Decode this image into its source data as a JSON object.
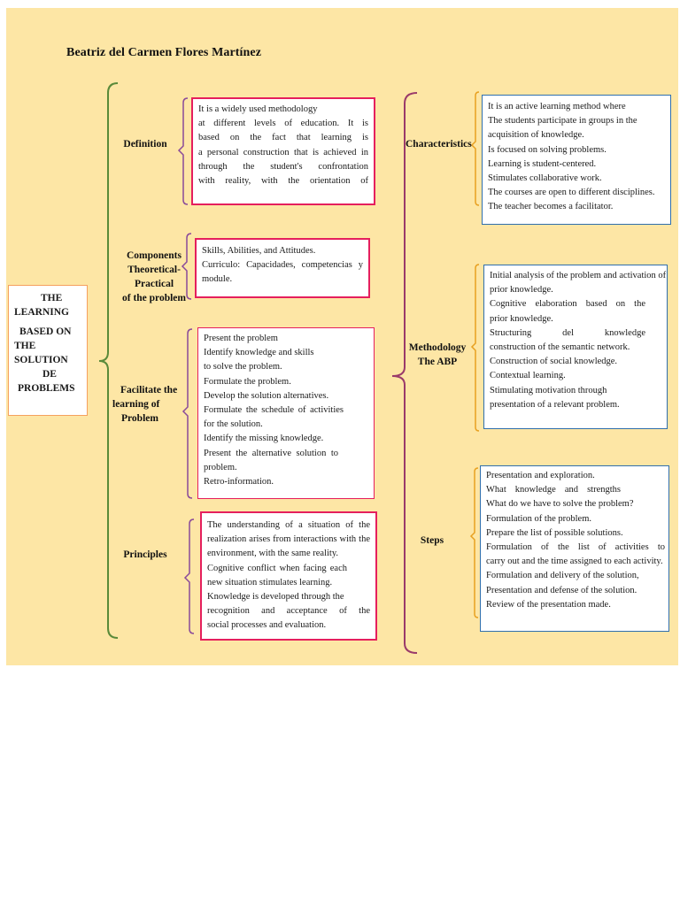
{
  "author": "Beatriz del Carmen Flores Martínez",
  "title_lines": [
    "THE",
    "LEARNING",
    "BASED ON",
    "THE SOLUTION",
    "DE",
    "PROBLEMS"
  ],
  "left_branches": {
    "definition": {
      "label": "Definition",
      "text": [
        "It is a widely used methodology",
        "at different levels of education. It is",
        "based on the fact that learning is",
        "a personal construction that is achieved in",
        "through the student's confrontation",
        "with reality, with the orientation of"
      ]
    },
    "components": {
      "label_lines": [
        "Components",
        "Theoretical-Practical",
        "of the problem"
      ],
      "text": [
        "Skills, Abilities, and Attitudes.",
        "Curriculo: Capacidades, competencias y",
        "module."
      ]
    },
    "facilitate": {
      "label_lines": [
        "Facilitate the",
        "learning of",
        "Problem"
      ],
      "text": [
        "Present the problem",
        "Identify knowledge and skills",
        "to solve the problem.",
        "Formulate the problem.",
        "Develop the solution alternatives.",
        "Formulate the schedule of activities",
        "for the solution.",
        "Identify the missing knowledge.",
        "Present the alternative solution to",
        "problem.",
        "Retro-information."
      ]
    },
    "principles": {
      "label": "Principles",
      "text": [
        "The understanding of a situation of the",
        "realization arises from interactions with the",
        "environment, with the same reality.",
        "Cognitive conflict when facing each",
        "new situation stimulates learning.",
        "Knowledge is developed through the",
        "recognition and acceptance of the",
        "social processes and evaluation."
      ]
    }
  },
  "right_branches": {
    "characteristics": {
      "label": "Characteristics",
      "text": [
        "It is an active learning method where",
        "The students participate in groups in the",
        "acquisition of knowledge.",
        "Is focused on solving problems.",
        "Learning is student-centered.",
        "Stimulates collaborative work.",
        "The courses are open to different disciplines.",
        "The teacher becomes a facilitator."
      ]
    },
    "methodology": {
      "label_lines": [
        "Methodology",
        "The ABP"
      ],
      "text": [
        "Initial analysis of the problem and activation of",
        "prior knowledge.",
        "Cognitive elaboration based on the",
        "prior knowledge.",
        "Structuring del knowledge",
        "construction of the semantic network.",
        "Construction of social knowledge.",
        "Contextual learning.",
        "Stimulating motivation through",
        "presentation of a relevant problem."
      ]
    },
    "steps": {
      "label": "Steps",
      "text": [
        "Presentation and exploration.",
        "What knowledge and strengths",
        "What do we have to solve the problem?",
        "Formulation of the problem.",
        "Prepare the list of possible solutions.",
        "Formulation of the list of activities to",
        "carry out and the time assigned to each activity.",
        "Formulation and delivery of the solution,",
        "Presentation and defense of the solution.",
        "Review of the presentation made."
      ]
    }
  },
  "colors": {
    "background": "#fde6a5",
    "main_bracket": "#5a8a3a",
    "inner_bracket": "#8a4a9a",
    "right_main_bracket": "#9a3a6a",
    "right_inner_bracket": "#e8a020",
    "red_border": "#e51f5d",
    "orange_border": "#f5a15f",
    "blue_border": "#2f6fad"
  }
}
